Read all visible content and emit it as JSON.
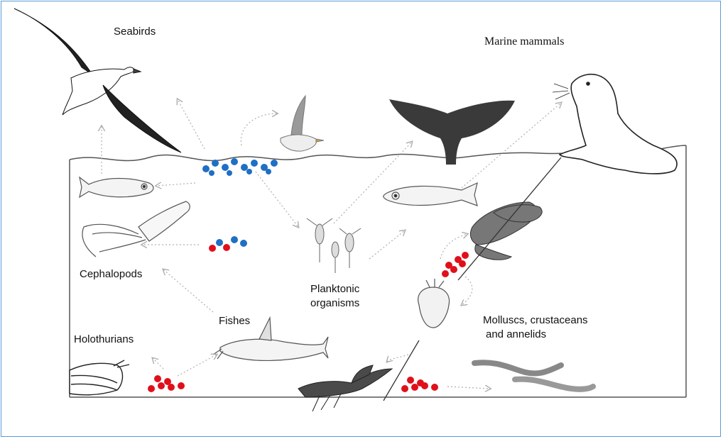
{
  "labels": {
    "seabirds": "Seabirds",
    "marine_mammals": "Marine mammals",
    "cephalopods": "Cephalopods",
    "planktonic_line1": "Planktonic",
    "planktonic_line2": "organisms",
    "fishes": "Fishes",
    "holothurians": "Holothurians",
    "molluscs_line1": "Molluscs, crustaceans",
    "molluscs_line2": "and annelids"
  },
  "colors": {
    "frame_border": "#5b9bd5",
    "microplastic_surface": "#1f6fc4",
    "microplastic_sediment": "#e0101a",
    "arrow": "#b0b0b0",
    "outline": "#555555"
  },
  "icons": {
    "albatross": "albatross-icon",
    "gull": "gull-icon",
    "whale_tail": "whale-tail-icon",
    "sea_lion": "sea-lion-icon",
    "small_fish": "fish-icon",
    "squid": "squid-icon",
    "plankton": "copepod-icon",
    "mussels": "mussel-icon",
    "barnacle": "barnacle-icon",
    "catfish": "catfish-icon",
    "holothurian": "sea-cucumber-icon",
    "crayfish": "crayfish-icon",
    "worms": "worm-icon"
  }
}
